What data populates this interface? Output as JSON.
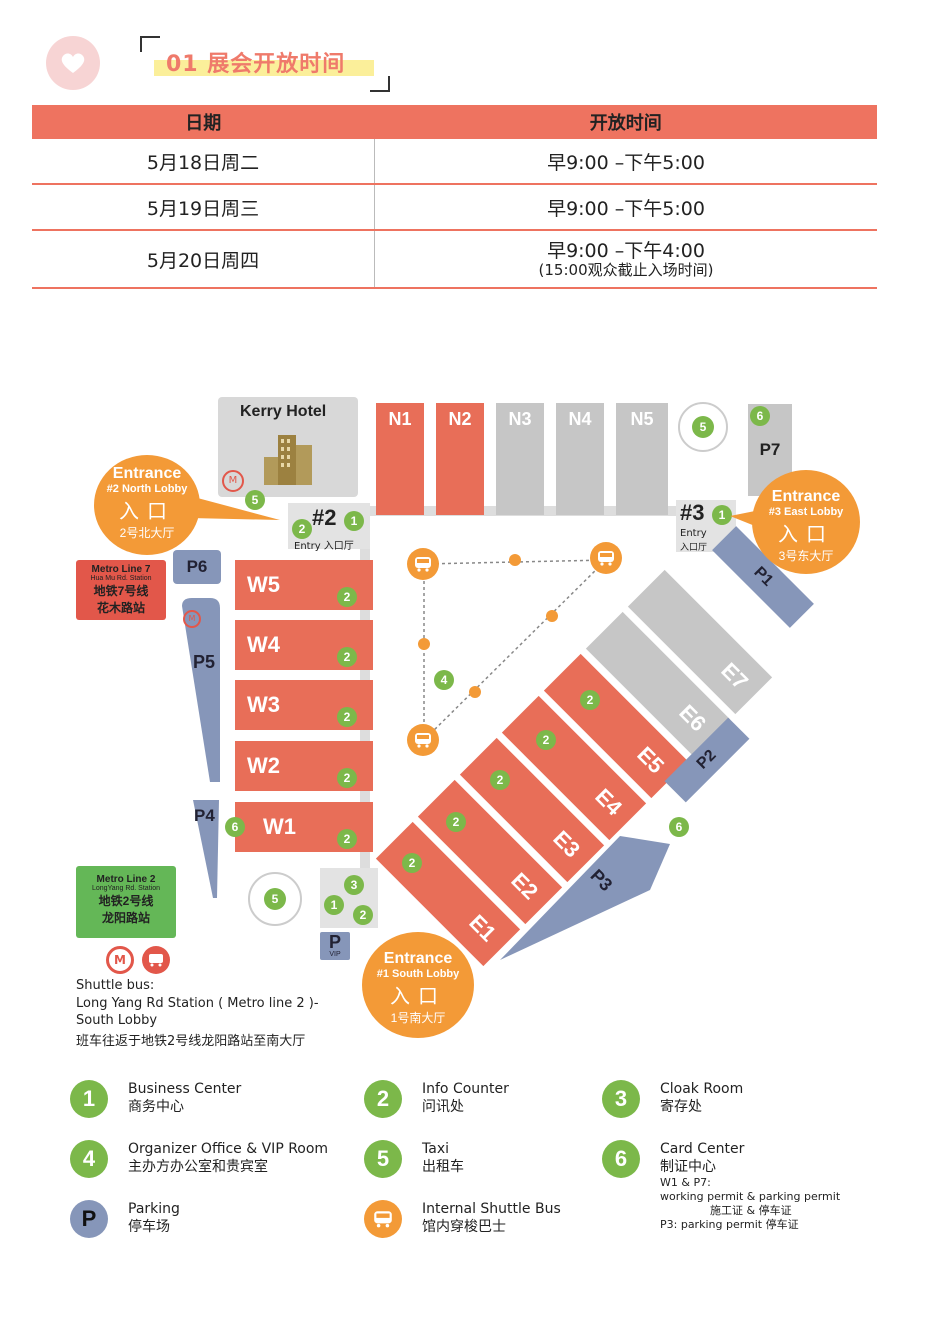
{
  "header": {
    "title": "01 展会开放时间"
  },
  "schedule": {
    "col_date": "日期",
    "col_time": "开放时间",
    "rows": [
      {
        "date": "5月18日周二",
        "time": "早9:00 –下午5:00",
        "note": ""
      },
      {
        "date": "5月19日周三",
        "time": "早9:00 –下午5:00",
        "note": ""
      },
      {
        "date": "5月20日周四",
        "time": "早9:00 –下午4:00",
        "note": "(15:00观众截止入场时间)"
      }
    ]
  },
  "map": {
    "hotel": "Kerry Hotel",
    "halls_n": [
      "N1",
      "N2",
      "N3",
      "N4",
      "N5"
    ],
    "halls_w": [
      "W5",
      "W4",
      "W3",
      "W2",
      "W1"
    ],
    "halls_e": [
      "E1",
      "E2",
      "E3",
      "E4",
      "E5",
      "E6",
      "E7"
    ],
    "parking": [
      "P1",
      "P2",
      "P3",
      "P4",
      "P5",
      "P6",
      "P7"
    ],
    "entry2": {
      "num": "#2",
      "label": "Entry 入口厅"
    },
    "entry3": {
      "num": "#3",
      "label_en": "Entry",
      "label_cn": "入口厅"
    },
    "entrance_north": {
      "title": "Entrance",
      "sub": "#2 North Lobby",
      "cn": "入口",
      "cn2": "2号北大厅"
    },
    "entrance_east": {
      "title": "Entrance",
      "sub": "#3 East Lobby",
      "cn": "入口",
      "cn2": "3号东大厅"
    },
    "entrance_south": {
      "title": "Entrance",
      "sub": "#1 South Lobby",
      "cn": "入口",
      "cn2": "1号南大厅"
    },
    "metro7": {
      "line": "Metro Line 7",
      "station_en": "Hua Mu Rd. Station",
      "cn1": "地铁7号线",
      "cn2": "花木路站"
    },
    "metro2": {
      "line": "Metro Line 2",
      "station_en": "LongYang Rd. Station",
      "cn1": "地铁2号线",
      "cn2": "龙阳路站"
    },
    "parking_vip": "VIP",
    "shuttle_note": {
      "l1": "Shuttle bus:",
      "l2": "Long Yang Rd Station ( Metro line 2 )-",
      "l3": "South Lobby",
      "l4": "班车往返于地铁2号线龙阳路站至南大厅"
    }
  },
  "legend": [
    {
      "icon": "1",
      "en": "Business Center",
      "cn": "商务中心"
    },
    {
      "icon": "2",
      "en": "Info Counter",
      "cn": "问讯处"
    },
    {
      "icon": "3",
      "en": "Cloak Room",
      "cn": "寄存处"
    },
    {
      "icon": "4",
      "en": "Organizer Office & VIP Room",
      "cn": "主办方办公室和贵宾室"
    },
    {
      "icon": "5",
      "en": "Taxi",
      "cn": "出租车"
    },
    {
      "icon": "6",
      "en": "Card Center",
      "cn": "制证中心",
      "d1": "W1 & P7:",
      "d2": "working permit & parking permit",
      "d3": "施工证 & 停车证",
      "d4": "P3: parking permit  停车证"
    },
    {
      "icon": "P",
      "en": "Parking",
      "cn": "停车场"
    },
    {
      "icon": "bus",
      "en": "Internal Shuttle Bus",
      "cn": "馆内穿梭巴士"
    }
  ],
  "colors": {
    "accent": "#ee7360",
    "hall_active": "#e86e58",
    "hall_inactive": "#c6c6c6",
    "parking": "#8696b9",
    "service": "#7cb84a",
    "entrance": "#f39a37"
  }
}
